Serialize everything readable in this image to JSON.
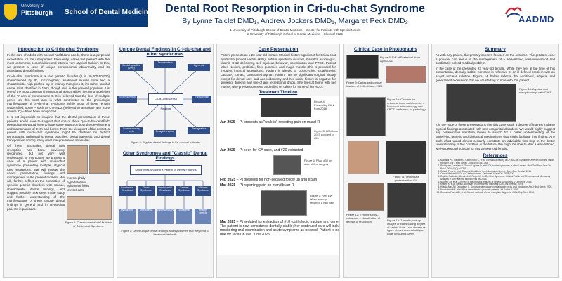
{
  "header": {
    "university_small": "University of",
    "university": "Pittsburgh",
    "school": "School of Dental Medicine",
    "title": "Dental Root Resorption in Cri-du-chat Syndrome",
    "authors": "By Lynne Taiclet DMD₁, Andrew Jockers DMD₁, Margaret Peck DMD₂",
    "affiliation_1": "1 University of Pittsburgh School of Dental Medicine – Center for Patients with Special Needs",
    "affiliation_2": "2 University of Pittsburgh School of Dental Medicine – Class of 2025",
    "right_logo": "AADMD"
  },
  "intro": {
    "heading": "Introduction to Cri du chat Syndrome",
    "p1": "In the care of adults with special healthcare needs, there is a perpetual expectation for the unexpected. Frequently, cases will present with the most uncommon comorbidities and often in very atypical fashion. In this, we present a case of unique chromosomal abnormality and its associated dental findings.",
    "p2": "Cri-du-chat Syndrome is a rare genetic disorder (1 in 20,000-50,000) characterized by ID, microcephaly, weakened muscle tone and a characteristic high pitched cry in infancy that gives it, it's rather fanciful name. First identified in 1963, though rare in the general populous, it is one of the most common chromosomal abnormalities involving a deletion of the 'p' arm of chromosome 5. It is believed that the loss of multiple genes on this short arm is what contributes to the physiologic manifestations of cri-du-chat syndrome. While most of these remain unidentified, some – such as CTNND2 (believed to associate with more severe ID) – have been recognized.",
    "p3": "It is not impossible to imagine that the dental presentation of these patients would have to suggest that one of these \"yet-to-be-identified\" deleted genes would have to have some impact on both the development and maintenance of teeth and bones. From the viewpoint of the dentist, a patient with cri-du-chat syndrome might be identified by distinct retrognathia, radiographic dental opacities, dental agenesis, and dental transposition among many other low-prevalence anomalies.",
    "p4": "Of these anomalies, dental root resorption has been previously recognized, but not very well understood. In this poster, we present a case of a patient with cri-du-chat syndrome presenting multiple, atypical root resorptions. We will review the case's presentation, findings and management to the present moment. We will, further, reflect on the correlation of specific genetic disorders with unique, characteristic dental findings, and suggest possibly next steps in the study and further understanding of the manifestations of these unique dental findings in general and in cri-du-chat patients in particular.",
    "fig1_caption": "Figure 1: Classic craniofacial features of Cri-du-chat Syndrome",
    "fig1_labels": [
      "microcephaly",
      "hypertelorism",
      "epicanthal folds",
      "low-set ears"
    ]
  },
  "findings": {
    "heading": "Unique Dental Findings in Cri-du-chat and other syndromes",
    "center": "Cri-du-chat Dental Findings",
    "nodes": [
      "Dental opacities (29%)",
      "Taurodontism",
      "Agenesis",
      "Root resorption",
      "Transposition",
      "Supernumerary teeth",
      "Delayed eruption",
      "Retrognathia"
    ],
    "fig2_caption": "Figure 2: Atypical dental findings in Cri-du-chat patients",
    "other_heading": "Other Syndromes and \"Classic\" Dental Findings",
    "other_top": "Syndromes Showing a Pattern of Dental Findings",
    "other_nodes": [
      "Ectodermal Dysplasia",
      "Down Syndrome",
      "Cleidocranial Dysplasia",
      "Gardner Syndrome",
      "Williams Syndrome"
    ],
    "other_findings": [
      "Hypodontia",
      "Microdontia",
      "Supernumerary",
      "Odontomas",
      "Enamel defects"
    ],
    "fig3_caption": "Figure 3: Other unique dental findings and syndromes that they tend to be associated with"
  },
  "case": {
    "heading": "Case Presentation",
    "text": "Patient presents as a 23 year old female. Medical history significant for Cri du chat syndrome (limited verbal skills), autism spectrum disorder, Barrett's esophagus, vitamin B-12 deficiency, self-injurious behavior, constipation and PTSD. Patient takes Nexium, probiotic, fiber gummies and magic muscle (this is provided for frequent intracral ulcerations). Patient is allergic to Doxycycline, Guaifenesin, Lactose, Tomato, Dextromethorphan. Patient has no significant surgical history except for dental care and adenoidectomy and her social history is negative for smoking, drinking and use of any recreational drugs. She lives at home with her mother, who provides consent, and relies on others for some of her ADLs.",
    "timeline_heading": "Treatment Timeline",
    "rows": [
      {
        "date": "Jan 2025",
        "text": " – Pt presents as \"walk-in\" reporting pain on mand R"
      },
      {
        "date": "Jan 2025",
        "text": " – Pt seen for GA case, and #20 extracted"
      },
      {
        "date": "Feb 2025",
        "text": " – Pt presents for non-sedated follow up and exam"
      },
      {
        "date": "Mar 2025",
        "text": " – Pt reporting pain on mandibular R"
      },
      {
        "date": "Mar 2025",
        "text": " – Pt sedated for extraction of #18 (pathologic fracture and caries). The patient is now considered dentally stable; her continued care will include monitoring oral examination and acute symptoms as needed. Patient is next due for recall in late June 2025."
      }
    ],
    "fig4_caption": "Figure 4: Presenting PAN from 2018",
    "fig5_caption": "Figure 5: PAN from 2023 post-ext of #20",
    "fig6_caption": "Figure 6: PA of #30 on date of first surgery",
    "fig7_caption": "Figure 7: PAN BW taken when pt reported L mid pain"
  },
  "photos": {
    "heading": "Clinical Case in Photographs",
    "fig8": "Figure 8: BW of Posterior L from April 2021",
    "fig9": "Figure 9: Caries and coronal fracture of #18 – March 2025",
    "fig10": "Figure 10: Concern for unilateral bone radiolucency – Follow up with radiology and CBCT confirmed; no pathology",
    "fig11": "Figure 11: Immediate postextraction #18",
    "fig12": "Figure 12: 2 months post-extraction – visualization of degree of resorption",
    "fig13": "Figure 13: 2 month post-op images of #18 showing degree of caries. Note – red display as figure shows external oblique ridge obscuring caries"
  },
  "summary": {
    "heading": "Summary",
    "p1": "As with any patient, the primary concern focuses on the outcome. The greatest ease a provider can feel is in the management of a well-defined, well-understood and predictable solved medical problem.",
    "p2": "In the case of the presented 23 year-old female. While they are, at the time of this presentation, dentally stable, her case is reflective of an ill-defined problem with an as-yet unclear solution. Figure 14 below reflects the additional, atypical and generalized recessions that we are starting to note with this patient.",
    "fig14": "Figure 14: Atypical root resorption in pt with CdCS",
    "p3": "It is the hope of these presentations that this case spark a degree of interest in these atypical findings associated with rare congenital disorders. We would highly suggest any collaborative literature review to search for a better understanding of the underlying genetic and biological mechanisms that might facilitate this finding. Any such effort would almost certainly constitute an advisable first step in the better understanding of this condition in the future. We might be able to offer a well-defined, well-understood solution for this 23-year-old female.",
    "ref_heading": "References",
    "refs": [
      "Mainardi PC, Pastore G, Castronovo C, et al. The natural history of Cri du Chat Syndrome. A report from the Italian Register. Eur J Med Genet. 2006;49(5):363-383.",
      "Rodríguez-Caballero A, Torres-Lagares D, et al. Cri du chat syndrome: a critical review. Med Oral Patol Oral Cir Bucal. 2010;15(3):e473-8.",
      "Ruiz A, Pons A, et al. Oral manifestations in cri-du-chat syndrome. Spec Care Dentist. 2013.",
      "Cerruti Mainardi P. Cri du Chat syndrome. Orphanet J Rare Dis. 2006;1:33.",
      "Espirito Santo LD, Moreira LM, Riegel M. Cri-Du-Chat Syndrome: Clinical Profile and Chromosomal Microarray Analysis in Six Patients. Biomed Res Int. 2016.",
      "Nguyen JM, et al. A review of the orofacial features of genetic syndromes. J Dent Res. 2015.",
      "Kristen K, et al. Dental anomalies in rare genetic disorders. Clin Oral Investig. 2019.",
      "Hills A, Ahn JW, Donaghue C. Genotype-phenotype correlations in cri du chat syndrome. Am J Med Genet. 2020.",
      "Nevalainen MK, et al. Root resorption in syndromic patients. Int Endod J. 2021.",
      "Corcuera-Flores JR, et al. Current methods of root resorption diagnosis. J Clin Exp Dent. 2016."
    ]
  }
}
